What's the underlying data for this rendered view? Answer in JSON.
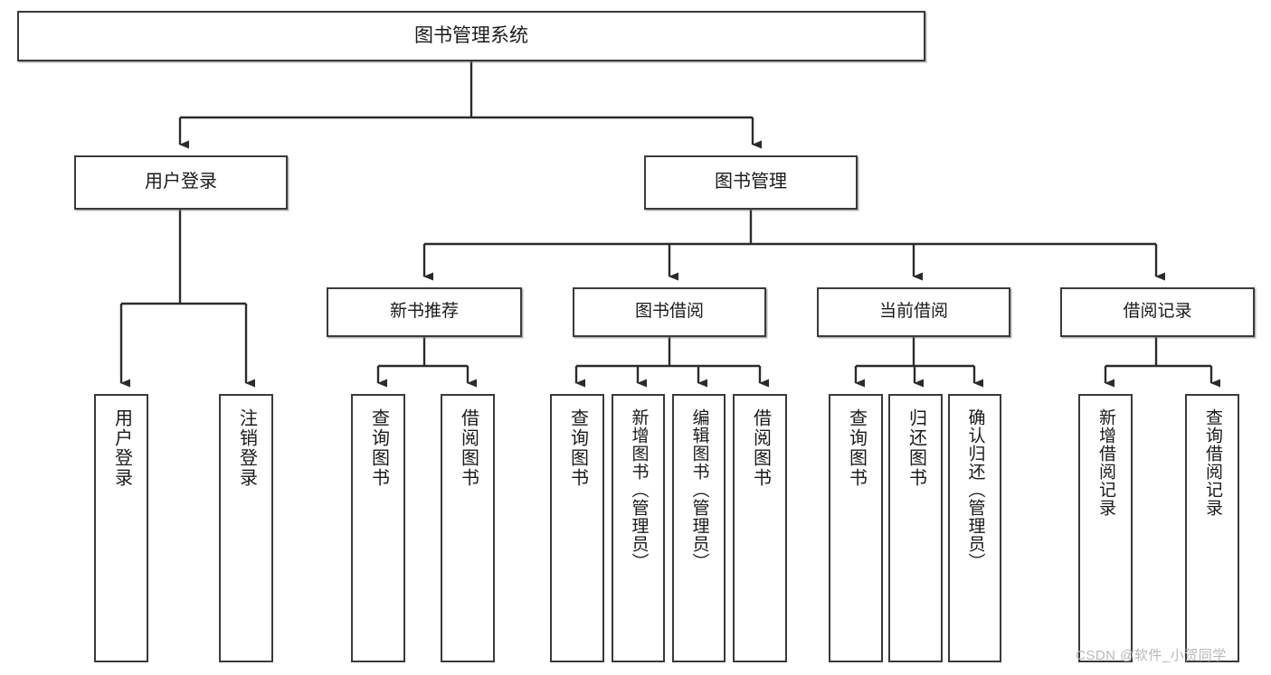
{
  "diagram": {
    "type": "tree",
    "title": "图书管理系统",
    "orientation": "top-down",
    "root": {
      "label": "图书管理系统"
    },
    "level1": [
      {
        "label": "用户登录"
      },
      {
        "label": "图书管理"
      }
    ],
    "level2": [
      {
        "label": "新书推荐"
      },
      {
        "label": "图书借阅"
      },
      {
        "label": "当前借阅"
      },
      {
        "label": "借阅记录"
      }
    ],
    "leaves": {
      "user_login": [
        {
          "label": "用户登录"
        },
        {
          "label": "注销登录"
        }
      ],
      "new_book_recommend": [
        {
          "label": "查询图书"
        },
        {
          "label": "借阅图书"
        }
      ],
      "book_borrow": [
        {
          "label": "查询图书"
        },
        {
          "label": "新增图书（管理员）"
        },
        {
          "label": "编辑图书（管理员）"
        },
        {
          "label": "借阅图书"
        }
      ],
      "current_borrow": [
        {
          "label": "查询图书"
        },
        {
          "label": "归还图书"
        },
        {
          "label": "确认归还（管理员）"
        }
      ],
      "borrow_record": [
        {
          "label": "新增借阅记录"
        },
        {
          "label": "查询借阅记录"
        }
      ]
    }
  },
  "watermark": {
    "text": "CSDN @软件_小贺同学"
  },
  "colors": {
    "stroke": "#3a3a3a",
    "fill": "#ffffff",
    "text": "#1a1a1a",
    "watermark": "#b9b9b9",
    "background": "#ffffff"
  }
}
